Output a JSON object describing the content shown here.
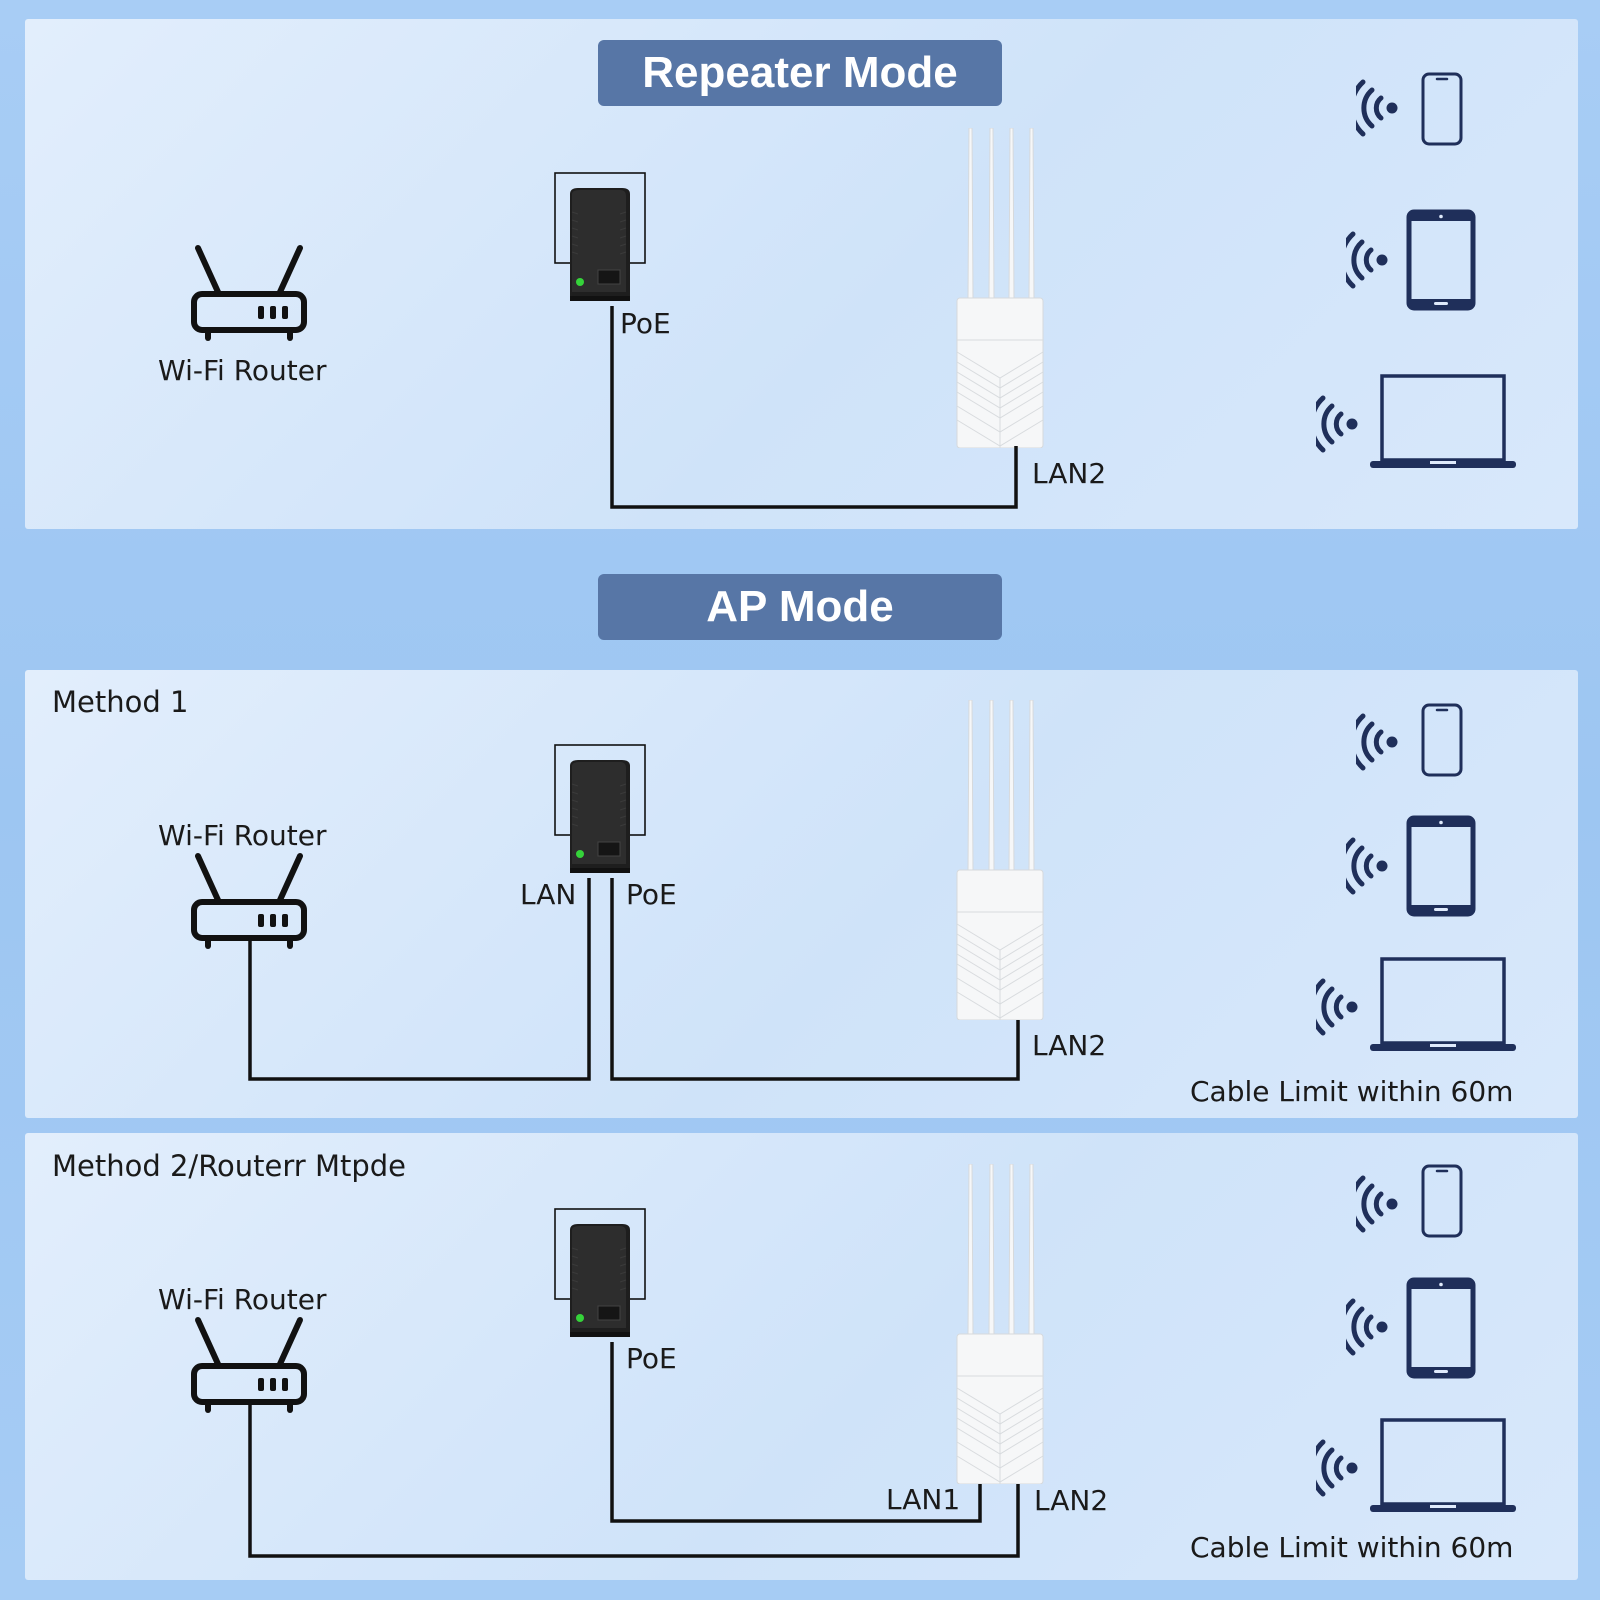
{
  "repeater": {
    "title": "Repeater Mode",
    "router_label": "Wi-Fi Router",
    "poe_label": "PoE",
    "lan2_label": "LAN2"
  },
  "ap": {
    "title": "AP Mode",
    "method1": {
      "heading": "Method 1",
      "router_label": "Wi-Fi Router",
      "lan_label": "LAN",
      "poe_label": "PoE",
      "lan2_label": "LAN2",
      "cable_note": "Cable Limit within 60m"
    },
    "method2": {
      "heading": "Method 2/Routerr Mtpde",
      "router_label": "Wi-Fi Router",
      "poe_label": "PoE",
      "lan1_label": "LAN1",
      "lan2_label": "LAN2",
      "cable_note": "Cable Limit within 60m"
    }
  },
  "colors": {
    "badge": "#5776a6",
    "device_navy": "#1f2f5a",
    "cable": "#111111"
  },
  "icons": [
    "router-icon",
    "poe-injector-icon",
    "outdoor-ap-icon",
    "wifi-signal-icon",
    "phone-icon",
    "tablet-icon",
    "laptop-icon"
  ]
}
